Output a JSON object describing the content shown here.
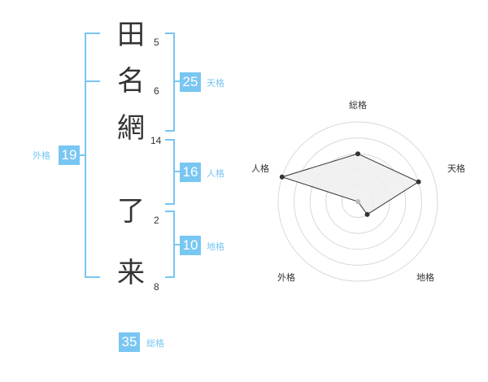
{
  "characters": [
    {
      "char": "田",
      "strokes": "5"
    },
    {
      "char": "名",
      "strokes": "6"
    },
    {
      "char": "網",
      "strokes": "14"
    },
    {
      "char": "了",
      "strokes": "2"
    },
    {
      "char": "来",
      "strokes": "8"
    }
  ],
  "grades": {
    "tenkaku": {
      "value": "25",
      "label": "天格"
    },
    "jinkaku": {
      "value": "16",
      "label": "人格"
    },
    "chikaku": {
      "value": "10",
      "label": "地格"
    },
    "gaikaku": {
      "value": "19",
      "label": "外格"
    },
    "soukaku": {
      "value": "35",
      "label": "総格"
    }
  },
  "radar": {
    "axes": [
      "総格",
      "天格",
      "地格",
      "外格",
      "人格"
    ],
    "levels": 5,
    "values": [
      3,
      4,
      1,
      0,
      5
    ],
    "colors": {
      "ring": "#d9d9d9",
      "fill": "#efefef",
      "line": "#333333",
      "center": "#bbbbbb"
    }
  },
  "colors": {
    "accent": "#78c6f2",
    "text": "#333333"
  }
}
